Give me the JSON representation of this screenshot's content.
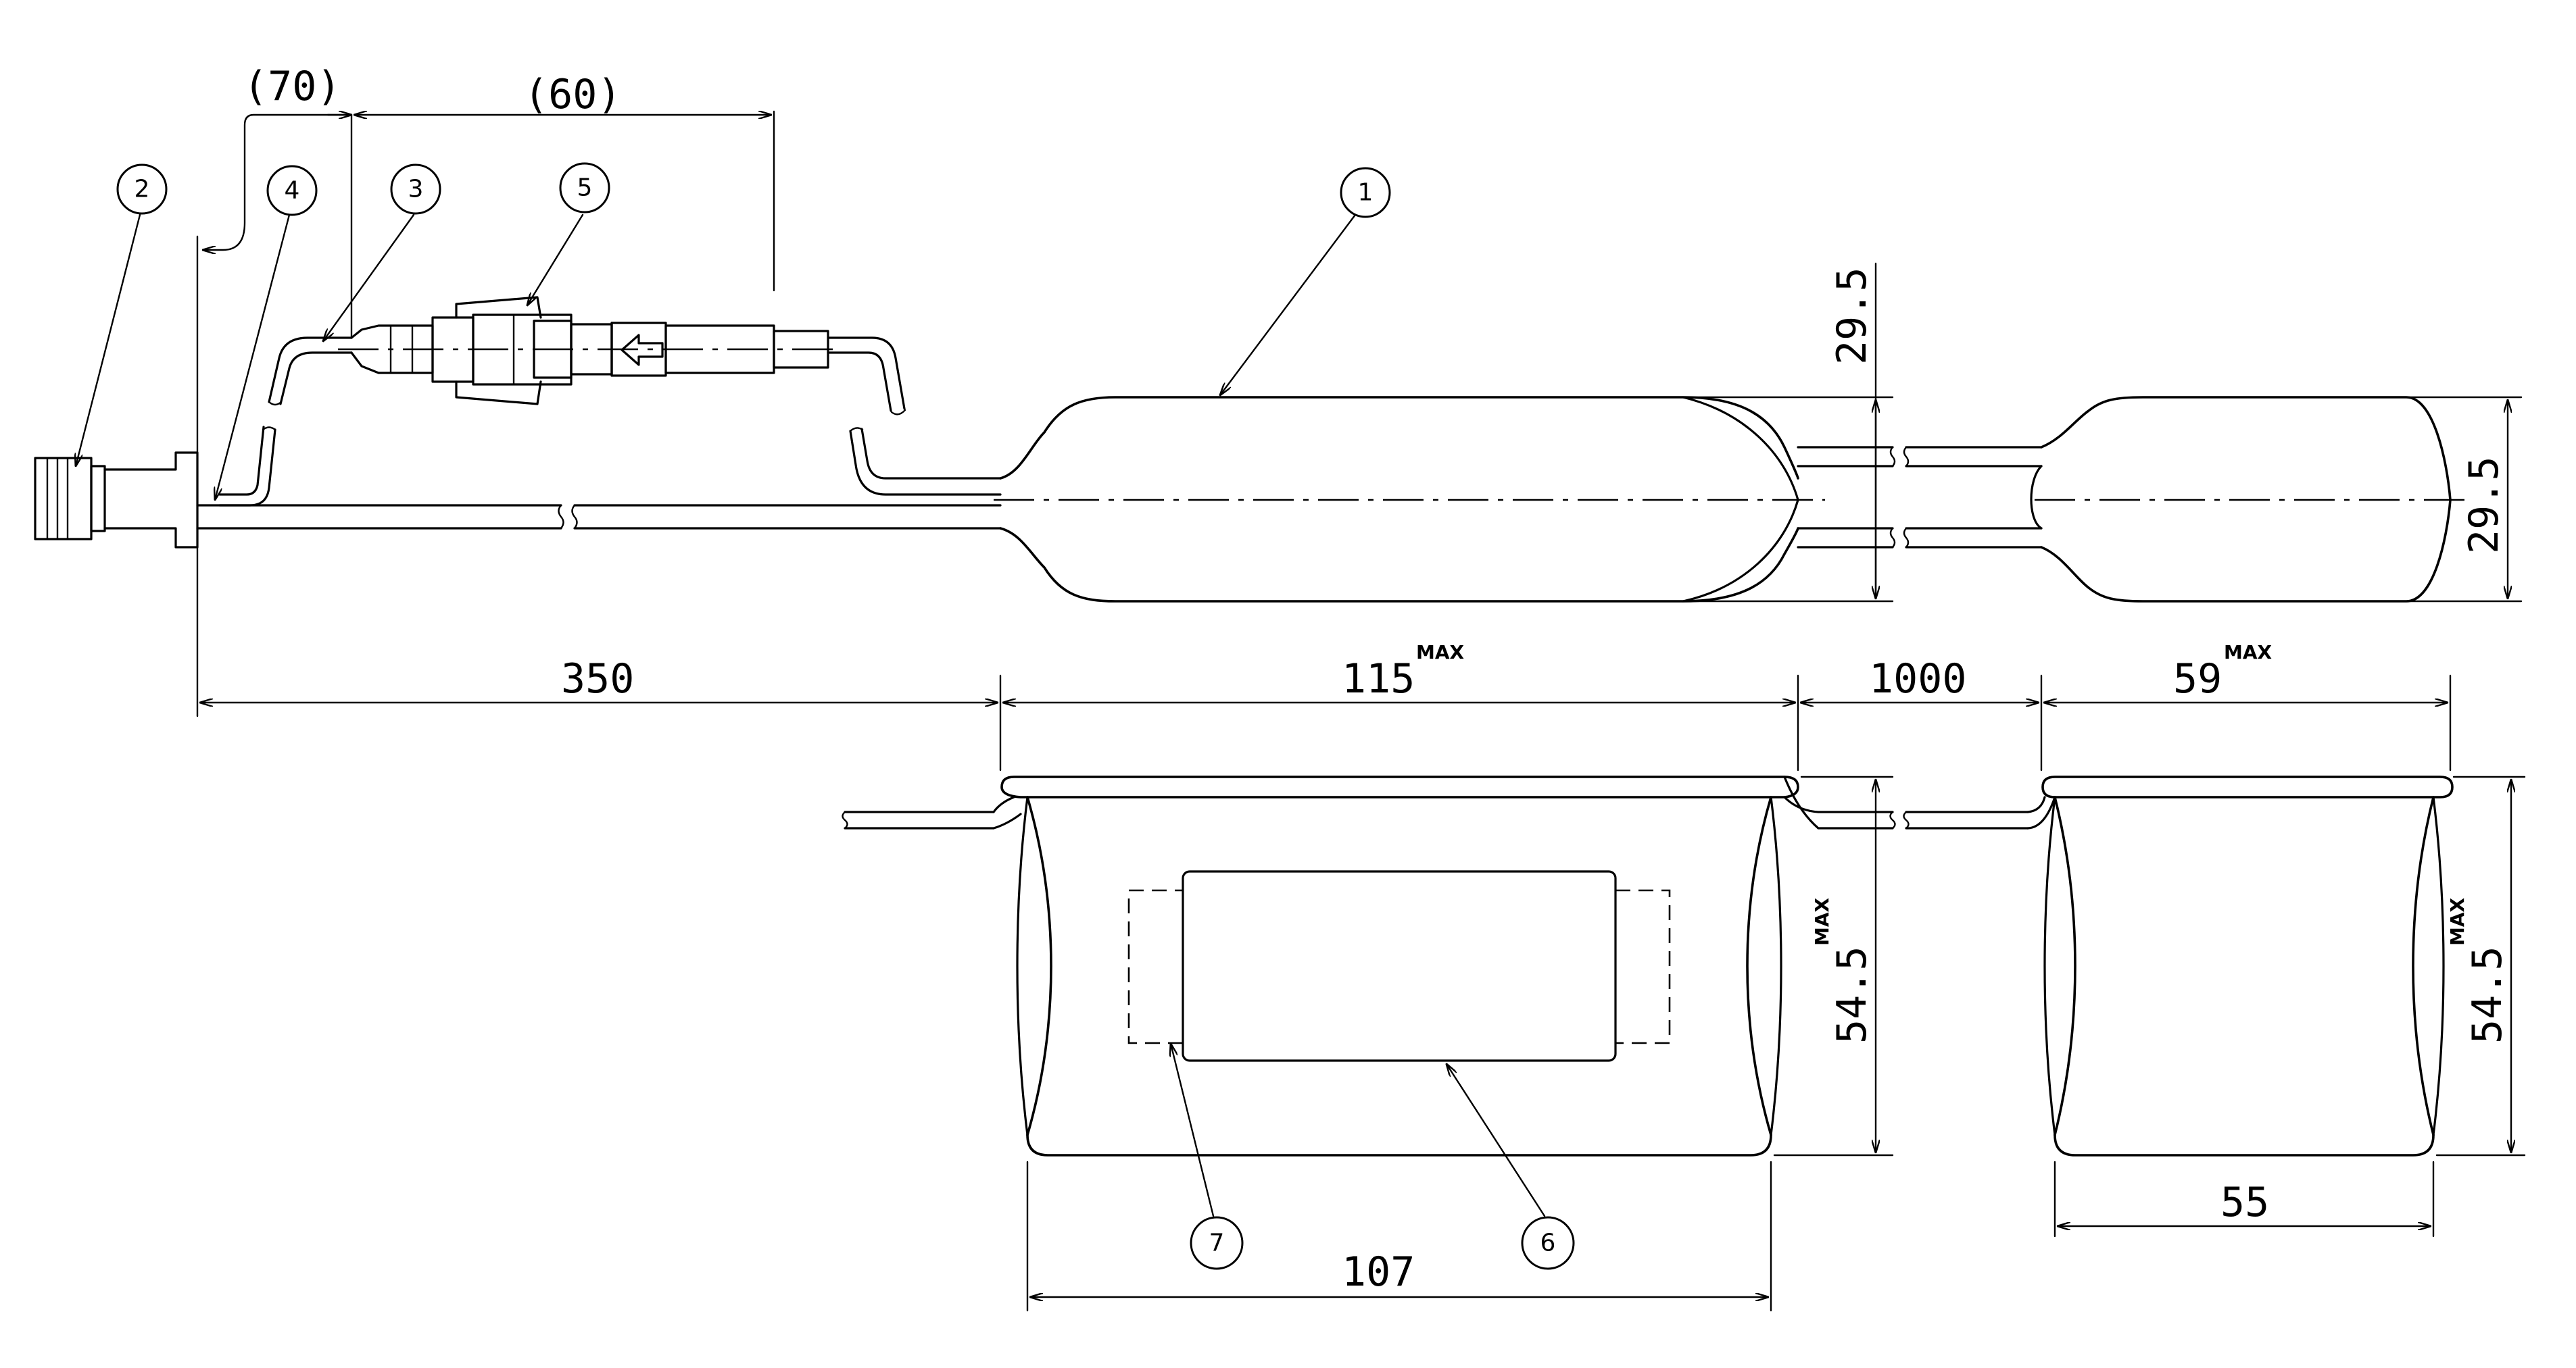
{
  "dimensions": {
    "d70": "(70)",
    "d60": "(60)",
    "d350": "350",
    "d115": "115",
    "d1000": "1000",
    "d59": "59",
    "d29_5_a": "29.5",
    "d29_5_b": "29.5",
    "d54_5_a": "54.5",
    "d54_5_b": "54.5",
    "d107": "107",
    "d55": "55",
    "max_label": "MAX"
  },
  "balloons": [
    "1",
    "2",
    "3",
    "4",
    "5",
    "6",
    "7"
  ]
}
